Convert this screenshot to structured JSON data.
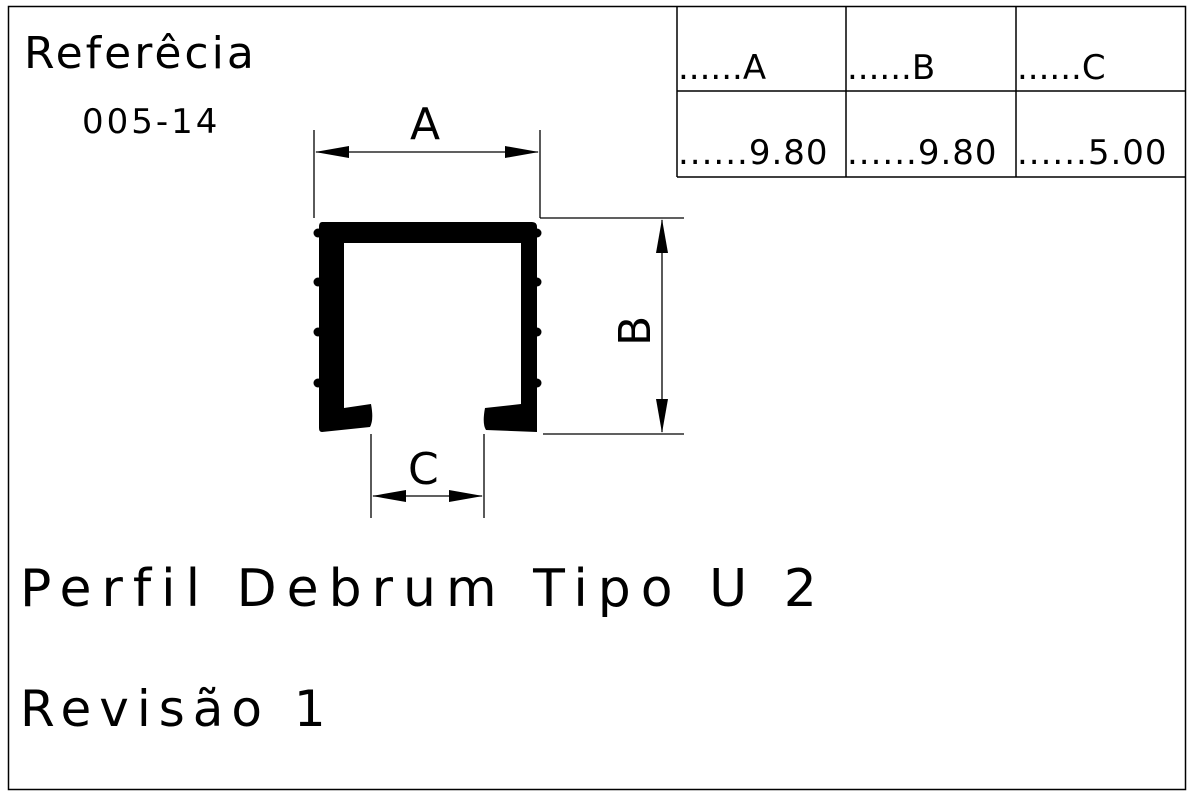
{
  "header": {
    "reference_label": "Referêcia",
    "reference_code": "005-14"
  },
  "table": {
    "headers": [
      "......A",
      "......B",
      "......C"
    ],
    "values": [
      "......9.80",
      "......9.80",
      "......5.00"
    ]
  },
  "drawing": {
    "dimension_a": "A",
    "dimension_b": "B",
    "dimension_c": "C"
  },
  "footer": {
    "title": "Perfil Debrum Tipo U 2",
    "revision": "Revisão 1"
  }
}
